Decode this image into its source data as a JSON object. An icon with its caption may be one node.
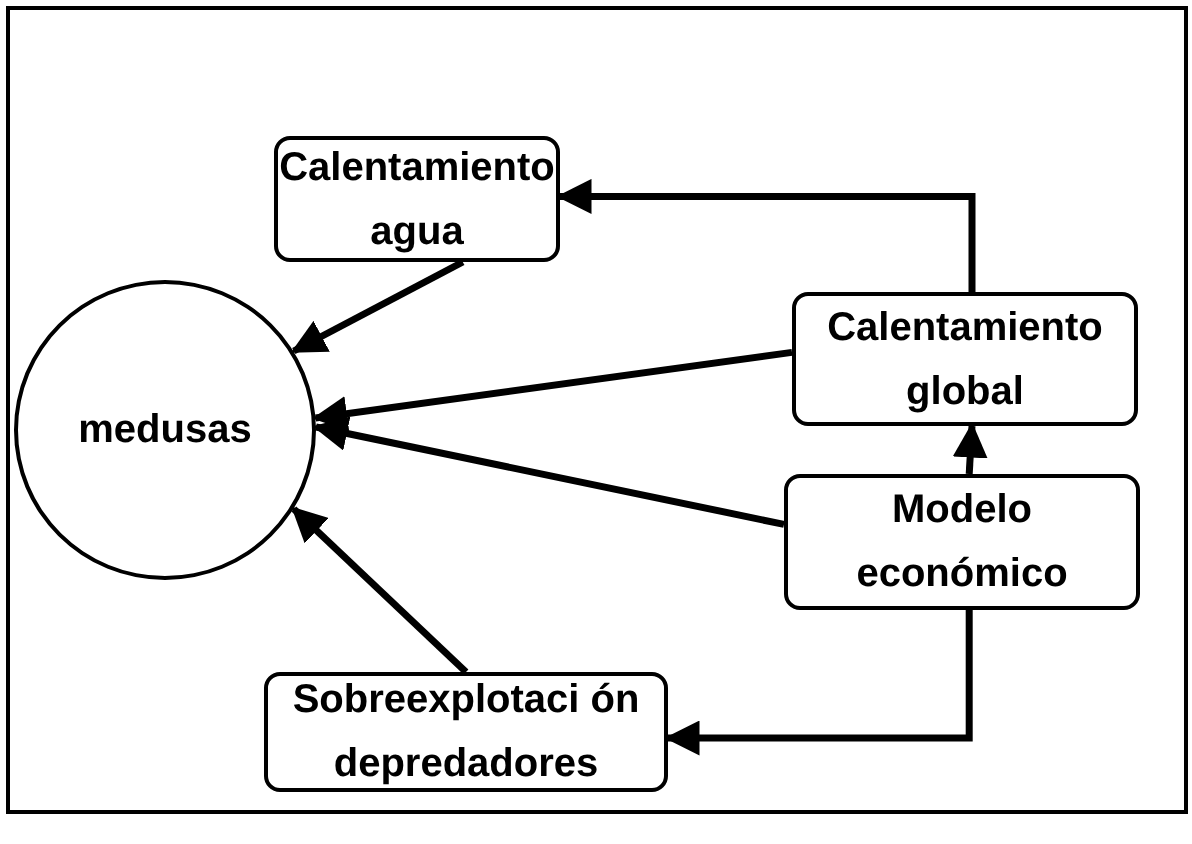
{
  "diagram": {
    "nodes": [
      {
        "text": [
          "Calentamiento agua"
        ]
      },
      {
        "text": [
          "medusas"
        ]
      },
      {
        "text": [
          "Calentamiento global"
        ]
      },
      {
        "text": [
          "Modelo económico"
        ]
      },
      {
        "text": [
          "Sobreexplotaci ón depredadores"
        ]
      }
    ],
    "edges": [
      {
        "from": 2,
        "to": 0,
        "arrow": "to"
      },
      {
        "from": 0,
        "to": 1,
        "arrow": "to"
      },
      {
        "from": 2,
        "to": 1,
        "arrow": "to"
      },
      {
        "from": 3,
        "to": 1,
        "arrow": "to"
      },
      {
        "from": 4,
        "to": 1,
        "arrow": "to"
      },
      {
        "from": 3,
        "to": 2,
        "arrow": "to"
      },
      {
        "from": 3,
        "to": 4,
        "arrow": "to"
      }
    ]
  }
}
